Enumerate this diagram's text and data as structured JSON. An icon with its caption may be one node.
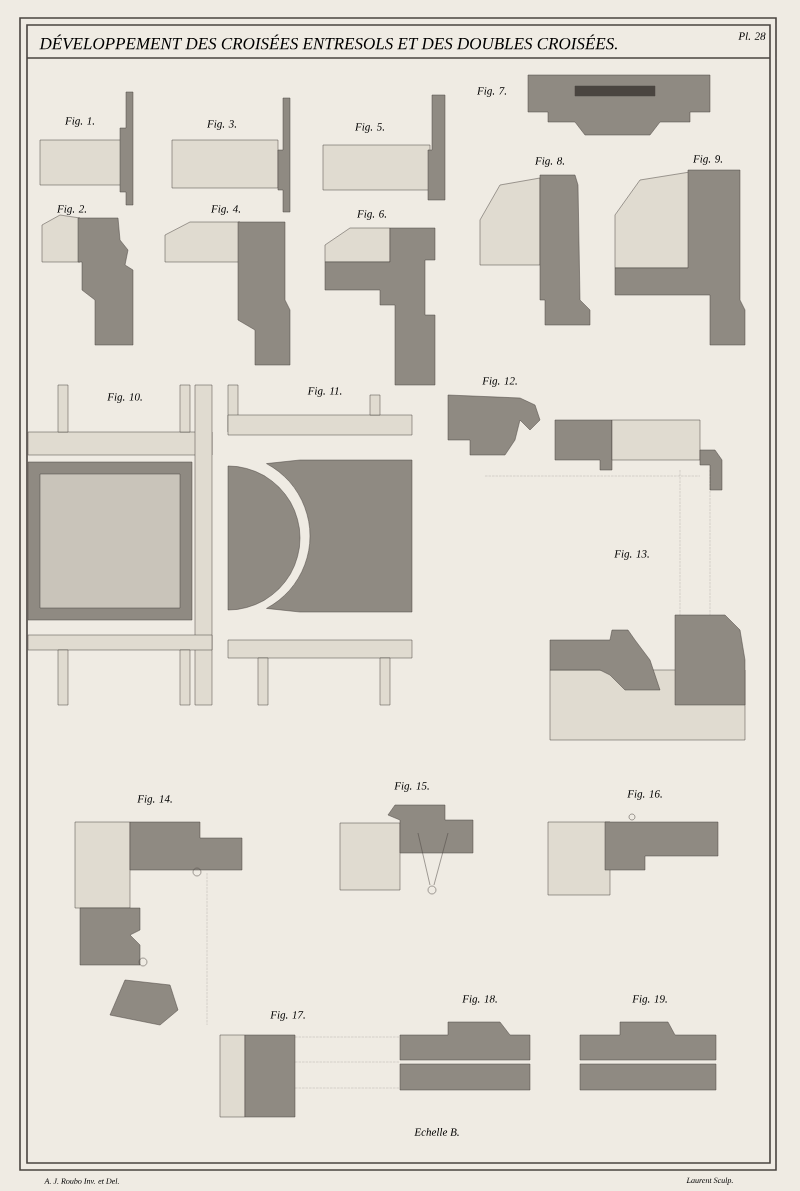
{
  "diagram": {
    "title": "DÉVELOPPEMENT DES CROISÉES ENTRESOLS ET DES DOUBLES CROISÉES.",
    "labels": [
      "Pl. 28",
      "Fig. 1.",
      "Fig. 2.",
      "Fig. 3.",
      "Fig. 4.",
      "Fig. 5.",
      "Fig. 6.",
      "Fig. 7.",
      "Fig. 8.",
      "Fig. 9.",
      "Fig. 10.",
      "Fig. 11.",
      "Fig. 12.",
      "Fig. 13.",
      "Fig. 14.",
      "Fig. 15.",
      "Fig. 16.",
      "Fig. 17.",
      "Fig. 18.",
      "Fig. 19.",
      "Echelle B.",
      "A. J. Roubo Inv. et Del.",
      "Laurent Sculp."
    ]
  }
}
